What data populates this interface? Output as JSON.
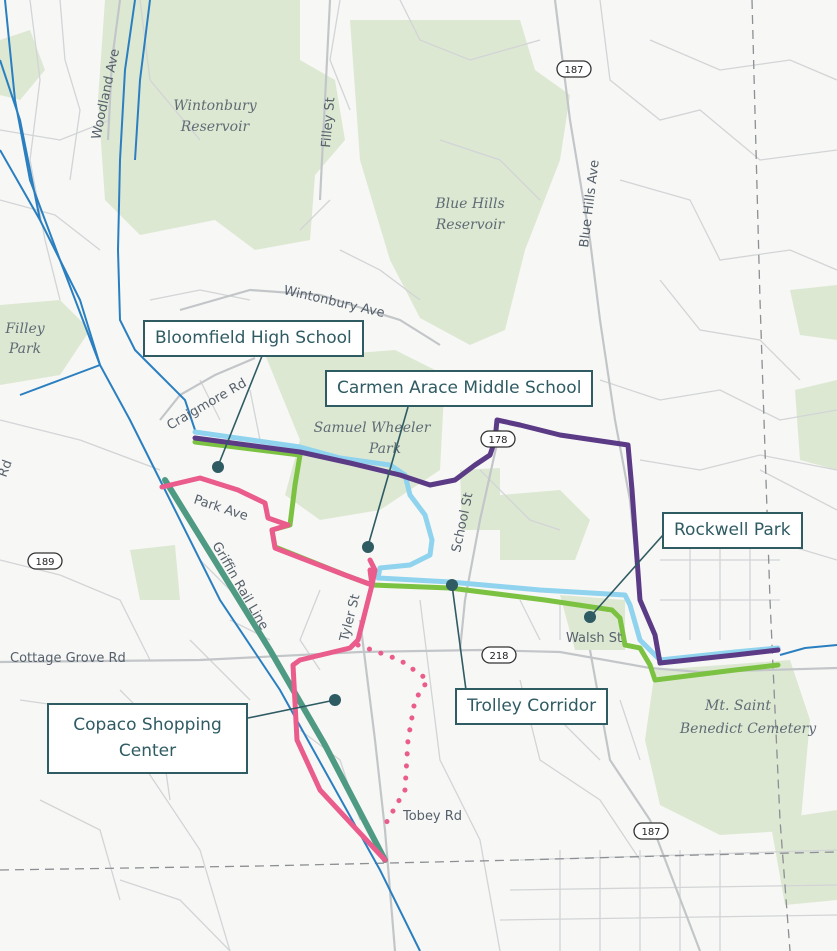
{
  "callouts": {
    "bloomfield_high": "Bloomfield High School",
    "carmen_arace": "Carmen Arace Middle School",
    "rockwell_park": "Rockwell Park",
    "trolley_corridor": "Trolley Corridor",
    "copaco_line1": "Copaco Shopping",
    "copaco_line2": "Center"
  },
  "parks": {
    "wintonbury_reservoir_1": "Wintonbury",
    "wintonbury_reservoir_2": "Reservoir",
    "blue_hills_reservoir_1": "Blue Hills",
    "blue_hills_reservoir_2": "Reservoir",
    "filley_park_1": "Filley",
    "filley_park_2": "Park",
    "samuel_wheeler_1": "Samuel Wheeler",
    "samuel_wheeler_2": "Park",
    "mt_saint_1": "Mt. Saint",
    "mt_saint_2": "Benedict Cemetery"
  },
  "streets": {
    "woodland_ave": "Woodland Ave",
    "filley_st": "Filley St",
    "blue_hills_ave": "Blue Hills Ave",
    "wintonbury_ave": "Wintonbury Ave",
    "craigmore_rd": "Craigmore Rd",
    "park_ave": "Park Ave",
    "griffin_rail_line": "Griffin Rail Line",
    "tyler_st": "Tyler St",
    "school_st": "School St",
    "walsh_st": "Walsh St",
    "cottage_grove_rd": "Cottage Grove Rd",
    "tobey_rd": "Tobey Rd",
    "edge_rd": "Rd"
  },
  "shields": {
    "s187_top": "187",
    "s178": "178",
    "s189": "189",
    "s218": "218",
    "s187_bottom": "187"
  },
  "colors": {
    "purple_route": "#5b3a86",
    "green_route": "#7cc242",
    "lightblue_route": "#8fd3ee",
    "pink_route": "#ea5c8b",
    "rail": "#4f9a83",
    "stream": "#2a7fc0",
    "park": "#dde8d3",
    "callout_border": "#2f5b63"
  }
}
